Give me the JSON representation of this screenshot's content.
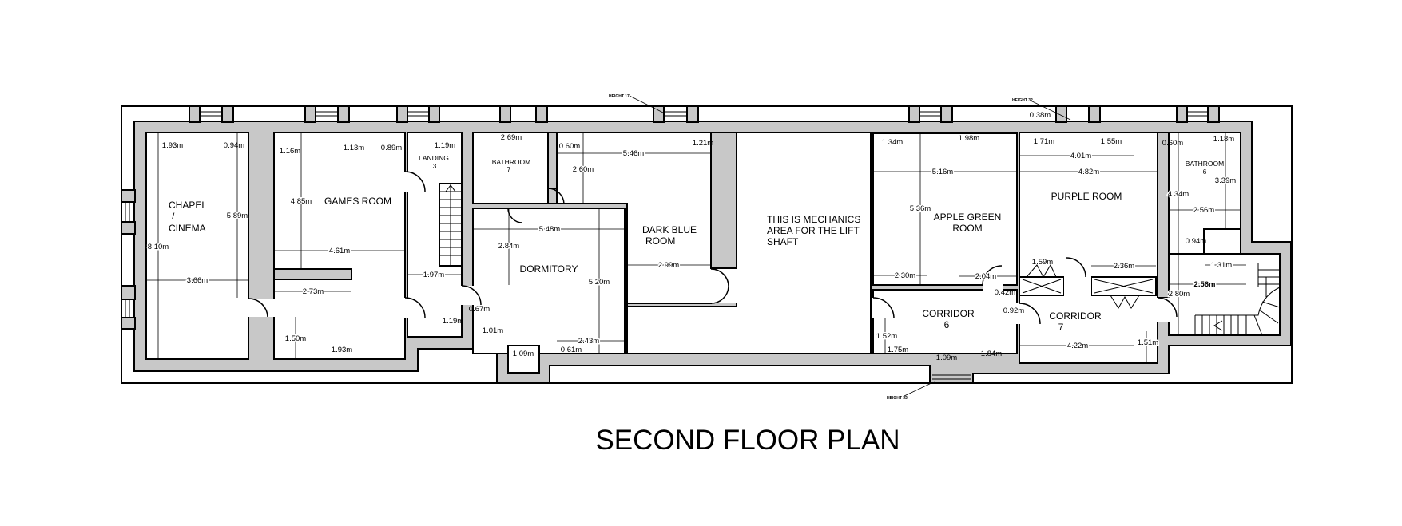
{
  "title": "SECOND FLOOR PLAN",
  "rooms": {
    "chapel": [
      "CHAPEL",
      "/",
      "CINEMA"
    ],
    "games": [
      "GAMES ROOM"
    ],
    "landing": [
      "LANDING",
      "3"
    ],
    "bathroom7": [
      "BATHROOM",
      "7"
    ],
    "dormitory": [
      "DORMITORY"
    ],
    "dark_blue": [
      "DARK BLUE",
      "ROOM"
    ],
    "mechanics": [
      "THIS IS MECHANICS",
      "AREA FOR THE LIFT",
      "SHAFT"
    ],
    "apple_green": [
      "APPLE GREEN",
      "ROOM"
    ],
    "purple": [
      "PURPLE ROOM"
    ],
    "bathroom6": [
      "BATHROOM",
      "6"
    ],
    "corridor6": [
      "CORRIDOR",
      "6"
    ],
    "corridor7": [
      "CORRIDOR",
      "7"
    ]
  },
  "height_notes": [
    "HEIGHT 17",
    "HEIGHT 32",
    "HEIGHT 33"
  ],
  "dimensions": [
    "1.93m",
    "0.94m",
    "1.16m",
    "1.13m",
    "0.89m",
    "1.19m",
    "4.85m",
    "5.89m",
    "8.10m",
    "3.66m",
    "4.61m",
    "2.73m",
    "1.97m",
    "1.50m",
    "1.93m",
    "0.67m",
    "1.19m",
    "1.01m",
    "2.69m",
    "0.60m",
    "1.21m",
    "5.46m",
    "2.60m",
    "5.48m",
    "2.84m",
    "5.20m",
    "2.99m",
    "2.43m",
    "0.61m",
    "1.09m",
    "0.38m",
    "1.34m",
    "1.98m",
    "1.71m",
    "1.55m",
    "0.60m",
    "1.18m",
    "4.01m",
    "5.16m",
    "4.82m",
    "5.36m",
    "3.39m",
    "4.34m",
    "2.56m",
    "0.94m",
    "1.31m",
    "2.56m",
    "2.80m",
    "1.59m",
    "2.36m",
    "2.30m",
    "2.04m",
    "0.42m",
    "0.92m",
    "1.52m",
    "1.75m",
    "1.09m",
    "1.84m",
    "4.22m",
    "1.51m"
  ]
}
